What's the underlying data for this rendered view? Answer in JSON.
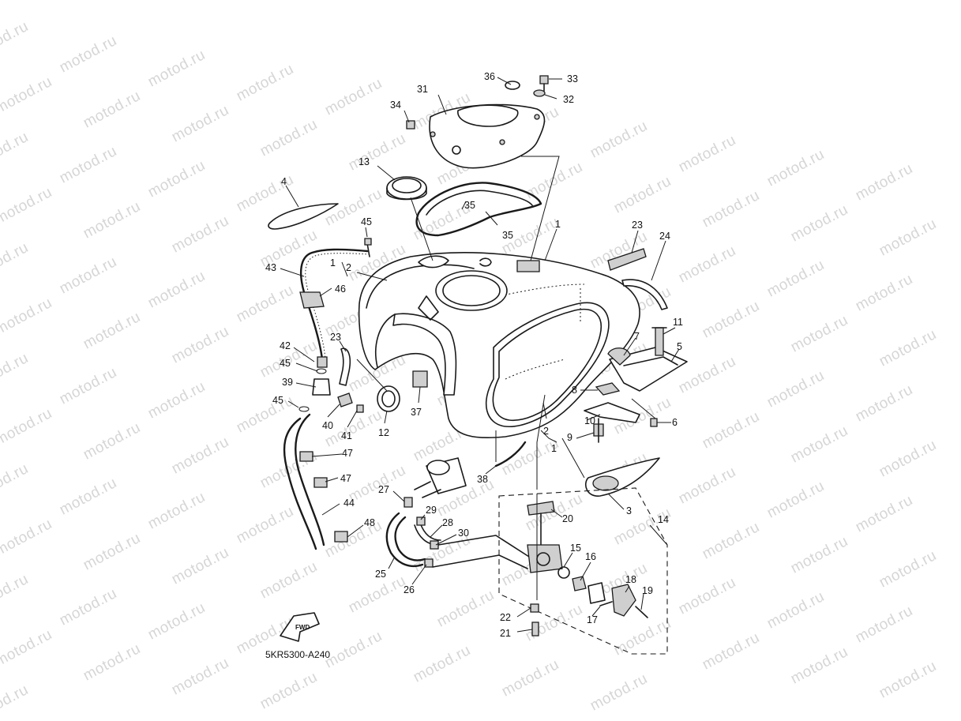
{
  "watermark": "motod.ru",
  "diagram_code": "5KR5300-A240",
  "fwd_label": "FWD",
  "callouts": [
    "1",
    "1",
    "1",
    "2",
    "2",
    "3",
    "4",
    "5",
    "6",
    "7",
    "8",
    "9",
    "10",
    "11",
    "12",
    "13",
    "14",
    "15",
    "16",
    "17",
    "18",
    "19",
    "20",
    "21",
    "22",
    "23",
    "23",
    "24",
    "25",
    "26",
    "27",
    "28",
    "29",
    "30",
    "31",
    "32",
    "33",
    "34",
    "35",
    "35",
    "36",
    "37",
    "38",
    "39",
    "40",
    "41",
    "42",
    "43",
    "44",
    "45",
    "45",
    "45",
    "46",
    "47",
    "47",
    "48"
  ]
}
